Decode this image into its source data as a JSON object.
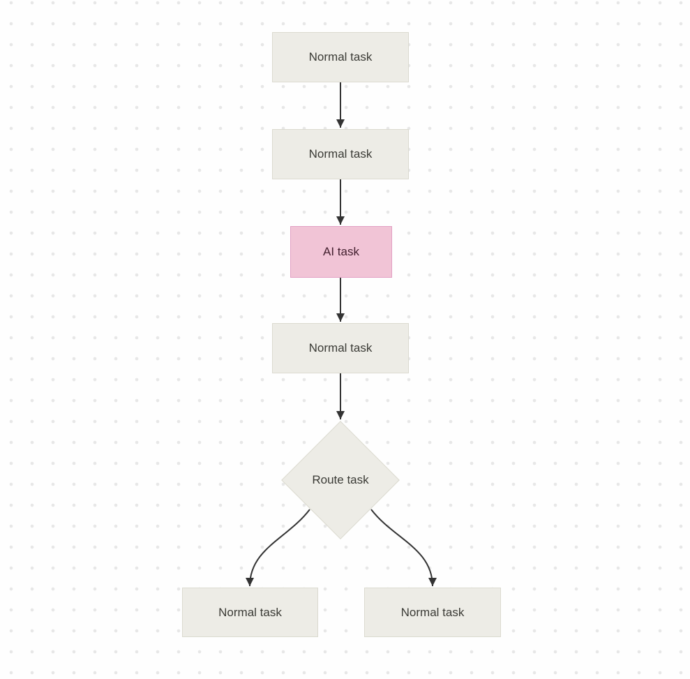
{
  "diagram": {
    "type": "flowchart",
    "direction": "top-down",
    "nodes": [
      {
        "id": "A",
        "label": "Normal task",
        "shape": "rect",
        "variant": "normal"
      },
      {
        "id": "B",
        "label": "Normal task",
        "shape": "rect",
        "variant": "normal"
      },
      {
        "id": "C",
        "label": "AI task",
        "shape": "rect",
        "variant": "ai"
      },
      {
        "id": "D",
        "label": "Normal task",
        "shape": "rect",
        "variant": "normal"
      },
      {
        "id": "E",
        "label": "Route task",
        "shape": "diamond",
        "variant": "normal"
      },
      {
        "id": "F",
        "label": "Normal task",
        "shape": "rect",
        "variant": "normal"
      },
      {
        "id": "G",
        "label": "Normal task",
        "shape": "rect",
        "variant": "normal"
      }
    ],
    "edges": [
      {
        "from": "A",
        "to": "B"
      },
      {
        "from": "B",
        "to": "C"
      },
      {
        "from": "C",
        "to": "D"
      },
      {
        "from": "D",
        "to": "E"
      },
      {
        "from": "E",
        "to": "F"
      },
      {
        "from": "E",
        "to": "G"
      }
    ],
    "colors": {
      "background": "#fefefe",
      "dot": "#e7e7e7",
      "node_fill": "#edece6",
      "node_border": "#dbdad0",
      "node_text": "#3a3a35",
      "ai_fill": "#f1c4d6",
      "ai_border": "#e2a0c3",
      "ai_text": "#43202f",
      "edge": "#333333"
    }
  }
}
